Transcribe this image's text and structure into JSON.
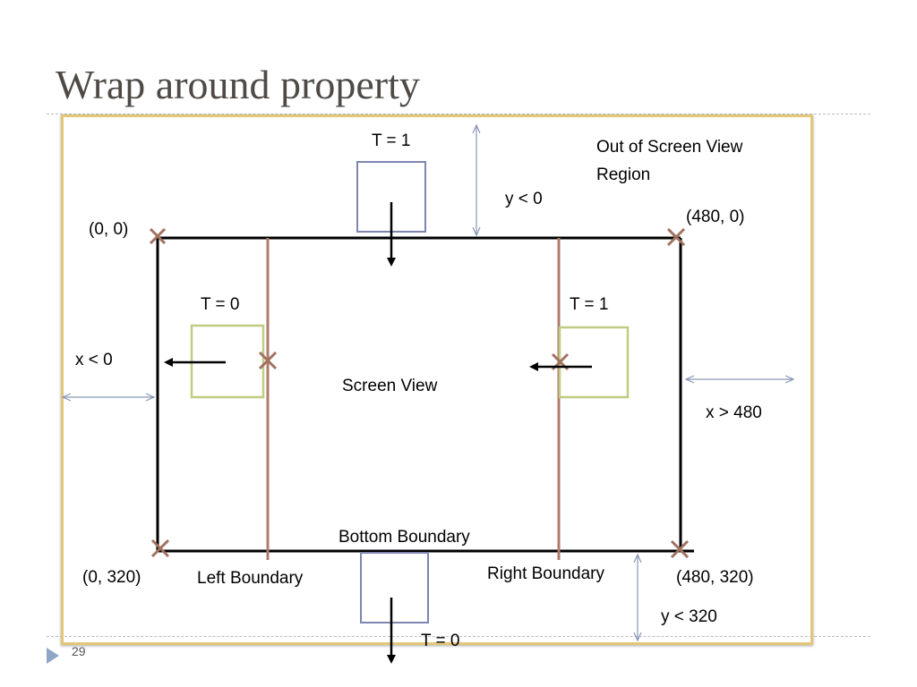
{
  "slide": {
    "title": "Wrap around property",
    "number": "29"
  },
  "diagram": {
    "out_of_view_label_line1": "Out of Screen View",
    "out_of_view_label_line2": "Region",
    "screen_view_label": "Screen View",
    "corners": {
      "top_left": "(0, 0)",
      "top_right": "(480, 0)",
      "bottom_left": "(0, 320)",
      "bottom_right": "(480, 320)"
    },
    "conditions": {
      "y_top": "y < 0",
      "x_left": "x < 0",
      "x_right": "x > 480",
      "y_bottom": "y < 320"
    },
    "times": {
      "top": "T = 1",
      "left": "T = 0",
      "right": "T = 1",
      "bottom": "T = 0"
    },
    "boundaries": {
      "bottom": "Bottom Boundary",
      "left": "Left Boundary",
      "right": "Right Boundary"
    },
    "colors": {
      "frame": "#e3c678",
      "screen_border": "#000000",
      "boundary_line": "#b07a6e",
      "blue_box": "#7e86b0",
      "green_box": "#c0cc80",
      "marker": "#a0725f",
      "dim_arrow": "#8a96b8"
    }
  }
}
